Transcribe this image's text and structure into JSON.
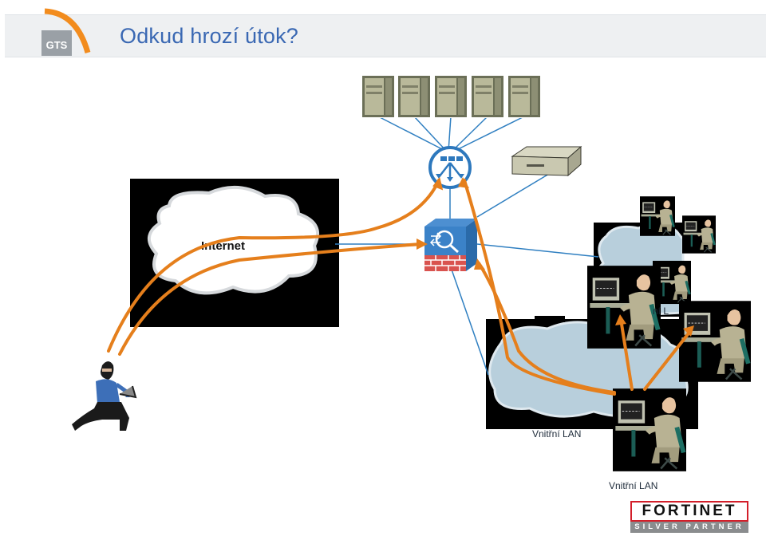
{
  "header": {
    "title": "Odkud hrozí útok?",
    "logo_text": "GTS",
    "accent_color": "#f28c1e",
    "title_color": "#3a68b3"
  },
  "diagram": {
    "internet_label": "Internet",
    "lan_labels": [
      "Vnitřní LAN",
      "Vnitřní LAN"
    ],
    "lan_partial_label": "ní L",
    "arrow_color": "#e57f1c",
    "link_color": "#2f7fc1",
    "cloud_fill": "#b8cfdc",
    "nodes": {
      "attacker": "hacker-with-laptop-icon",
      "internet": "internet-cloud",
      "firewall": "firewall-icon",
      "load_balancer": "load-balancer-icon",
      "servers": "server-icon",
      "appliance": "network-appliance-icon",
      "workstations": "user-workstation-icon"
    }
  },
  "footer": {
    "partner_brand": "FORTINET",
    "partner_level": "SILVER PARTNER"
  }
}
